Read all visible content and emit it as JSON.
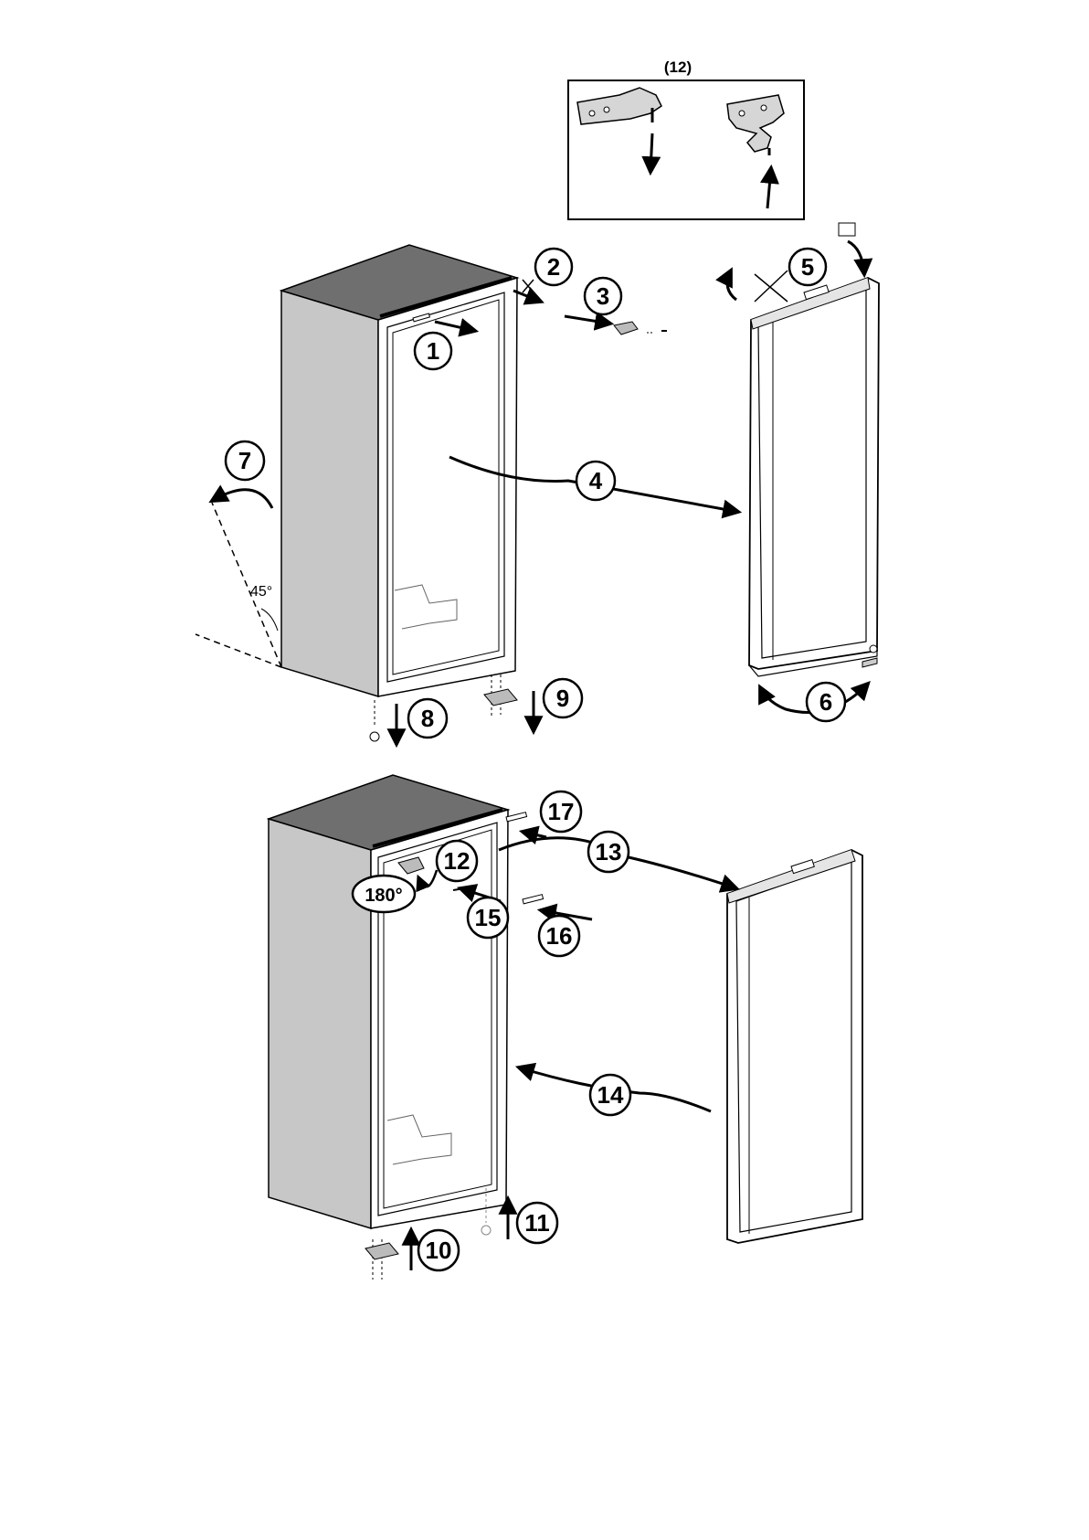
{
  "inset": {
    "label": "(12)"
  },
  "steps": {
    "s1": "1",
    "s2": "2",
    "s3": "3",
    "s4": "4",
    "s5": "5",
    "s6": "6",
    "s7": "7",
    "s8": "8",
    "s9": "9",
    "s10": "10",
    "s11": "11",
    "s12": "12",
    "s13": "13",
    "s14": "14",
    "s15": "15",
    "s16": "16",
    "s17": "17"
  },
  "angles": {
    "tilt": "45°",
    "rotate": "180°"
  }
}
